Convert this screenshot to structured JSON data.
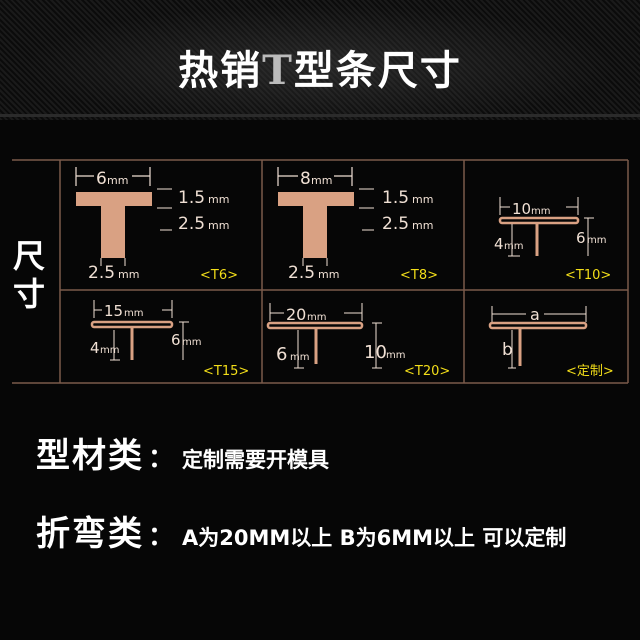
{
  "title": {
    "pre": "热销",
    "letter": "T",
    "post": "型条尺寸"
  },
  "side_label": [
    "尺",
    "寸"
  ],
  "colors": {
    "copper": "#d9a183",
    "cell_border": "#7a5a4a",
    "tag": "#f3de19",
    "background": "#060606"
  },
  "cells": [
    {
      "id": "T6",
      "tag": "<T6>",
      "top_width": "6",
      "top_unit": "mm",
      "thick_1": "1.5",
      "thick_1_unit": "mm",
      "thick_2": "2.5",
      "thick_2_unit": "mm",
      "stem": "2.5",
      "stem_unit": "mm"
    },
    {
      "id": "T8",
      "tag": "<T8>",
      "top_width": "8",
      "top_unit": "mm",
      "thick_1": "1.5",
      "thick_1_unit": "mm",
      "thick_2": "2.5",
      "thick_2_unit": "mm",
      "stem": "2.5",
      "stem_unit": "mm"
    },
    {
      "id": "T10",
      "tag": "<T10>",
      "top_width": "10",
      "top_unit": "mm",
      "left_height": "4",
      "left_unit": "mm",
      "right_height": "6",
      "right_unit": "mm"
    },
    {
      "id": "T15",
      "tag": "<T15>",
      "top_width": "15",
      "top_unit": "mm",
      "left_height": "4",
      "left_unit": "mm",
      "right_height": "6",
      "right_unit": "mm"
    },
    {
      "id": "T20",
      "tag": "<T20>",
      "top_width": "20",
      "top_unit": "mm",
      "left_height": "6",
      "left_unit": "mm",
      "right_height": "10",
      "right_unit": "mm"
    },
    {
      "id": "custom",
      "tag": "<定制>",
      "top_width": "a",
      "left_height": "b"
    }
  ],
  "rows": [
    {
      "key": "型材类",
      "colon": "：",
      "value": "定制需要开模具"
    },
    {
      "key": "折弯类",
      "colon": "：",
      "value": "A为20MM以上 B为6MM以上 可以定制"
    }
  ]
}
